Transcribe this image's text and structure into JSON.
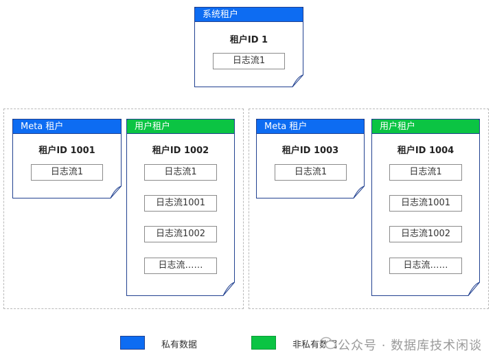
{
  "colors": {
    "private": "#0d6cf2",
    "nonprivate": "#0bc443",
    "frame": "#1f3f8f"
  },
  "system_tenant": {
    "header": "系统租户",
    "title": "租户ID 1",
    "logs": [
      "日志流1"
    ]
  },
  "left_group": {
    "meta": {
      "header": "Meta 租户",
      "title": "租户ID 1001",
      "logs": [
        "日志流1"
      ]
    },
    "user": {
      "header": "用户租户",
      "title": "租户ID 1002",
      "logs": [
        "日志流1",
        "日志流1001",
        "日志流1002",
        "日志流……"
      ]
    }
  },
  "right_group": {
    "meta": {
      "header": "Meta 租户",
      "title": "租户ID 1003",
      "logs": [
        "日志流1"
      ]
    },
    "user": {
      "header": "用户租户",
      "title": "租户ID 1004",
      "logs": [
        "日志流1",
        "日志流1001",
        "日志流1002",
        "日志流……"
      ]
    }
  },
  "legend": {
    "private_label": "私有数据",
    "nonprivate_label": "非私有数据"
  },
  "watermark": {
    "text": "公众号 · 数据库技术闲谈",
    "icon": "wechat-icon"
  }
}
